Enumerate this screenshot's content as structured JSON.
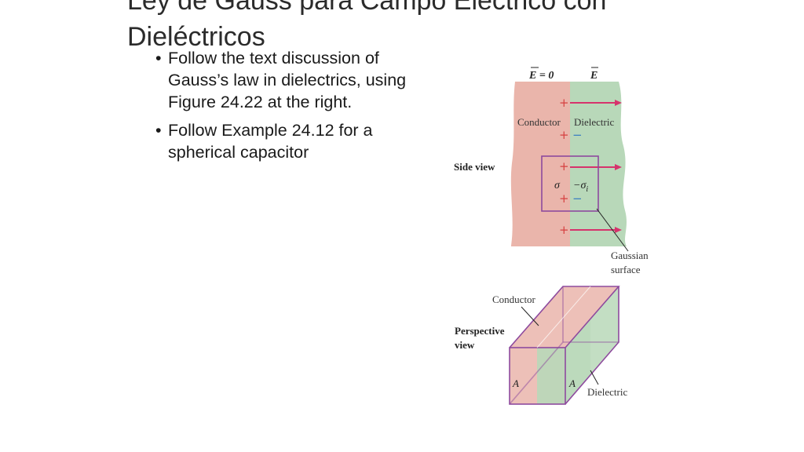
{
  "slide": {
    "title": "Ley de Gauss para Campo Eléctrico con Dieléctricos",
    "bullets": [
      {
        "text": "Follow the text discussion of Gauss’s law in dielectrics, using Figure 24.22 at the right."
      },
      {
        "text": "Follow Example 24.12 for a spherical capacitor"
      }
    ],
    "bullet_glyph": "•"
  },
  "figure": {
    "side_view": {
      "label_e_zero": "E = 0",
      "label_e": "E",
      "conductor_label": "Conductor",
      "dielectric_label": "Dielectric",
      "view_label": "Side view",
      "sigma_label": "σ",
      "neg_sigma_label": "−σ",
      "neg_sigma_sub": "i",
      "gaussian_label_line1": "Gaussian",
      "gaussian_label_line2": "surface",
      "plus_sign": "+",
      "minus_sign": "−"
    },
    "perspective_view": {
      "conductor_label": "Conductor",
      "view_label_line1": "Perspective",
      "view_label_line2": "view",
      "area_label_left": "A",
      "area_label_right": "A",
      "dielectric_label": "Dielectric"
    },
    "colors": {
      "conductor": "#eab5ab",
      "dielectric": "#b8d8b9",
      "field_arrow": "#d6336c",
      "plus": "#d64040",
      "minus": "#3a7fc2",
      "gaussian_box": "#8e4a9e"
    }
  }
}
